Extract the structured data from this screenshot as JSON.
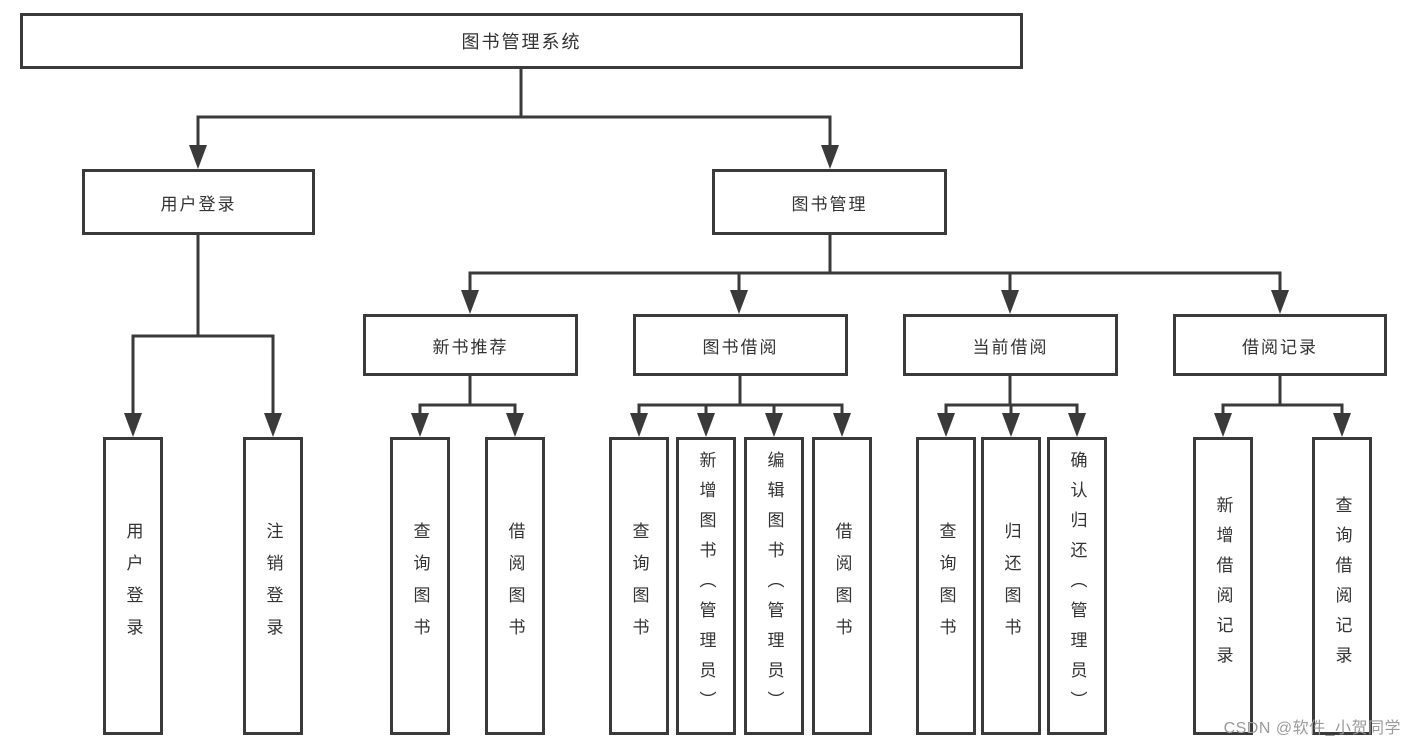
{
  "watermark": "CSDN @软件_小贺同学",
  "colors": {
    "line": "#3a3a3a",
    "text": "#333333",
    "background": "#ffffff",
    "watermark": "#9b9b9b"
  },
  "tree": {
    "root": {
      "label": "图书管理系统",
      "children": [
        {
          "label": "用户登录",
          "children": [
            {
              "label": "用户登录"
            },
            {
              "label": "注销登录"
            }
          ]
        },
        {
          "label": "图书管理",
          "children": [
            {
              "label": "新书推荐",
              "children": [
                {
                  "label": "查询图书"
                },
                {
                  "label": "借阅图书"
                }
              ]
            },
            {
              "label": "图书借阅",
              "children": [
                {
                  "label": "查询图书"
                },
                {
                  "label": "新增图书（管理员）"
                },
                {
                  "label": "编辑图书（管理员）"
                },
                {
                  "label": "借阅图书"
                }
              ]
            },
            {
              "label": "当前借阅",
              "children": [
                {
                  "label": "查询图书"
                },
                {
                  "label": "归还图书"
                },
                {
                  "label": "确认归还（管理员）"
                }
              ]
            },
            {
              "label": "借阅记录",
              "children": [
                {
                  "label": "新增借阅记录"
                },
                {
                  "label": "查询借阅记录"
                }
              ]
            }
          ]
        }
      ]
    }
  }
}
